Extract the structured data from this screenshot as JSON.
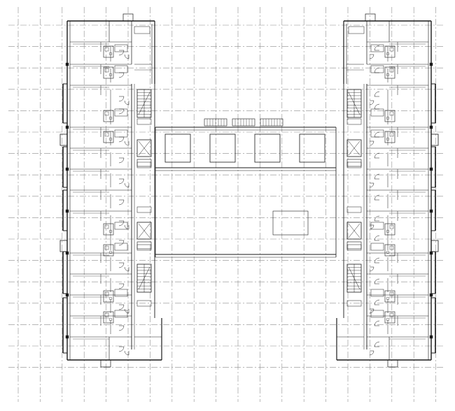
{
  "drawing": {
    "kind": "architectural floor plan",
    "background": "#ffffff",
    "line_color": "#1a1a1a",
    "grid_color": "#8c8c8c",
    "grid_style": "dash-dot",
    "axis_grid": {
      "vertical_lines": 20,
      "horizontal_lines": 17
    },
    "wings": [
      {
        "id": "west",
        "stair_cores": 2,
        "elevator_cores": 2,
        "unit_rows": 7
      },
      {
        "id": "east",
        "stair_cores": 2,
        "elevator_cores": 2,
        "unit_rows": 7
      }
    ],
    "connector": {
      "skylight_panels": 4,
      "roof_vents": 3,
      "secondary_void": 1
    }
  }
}
